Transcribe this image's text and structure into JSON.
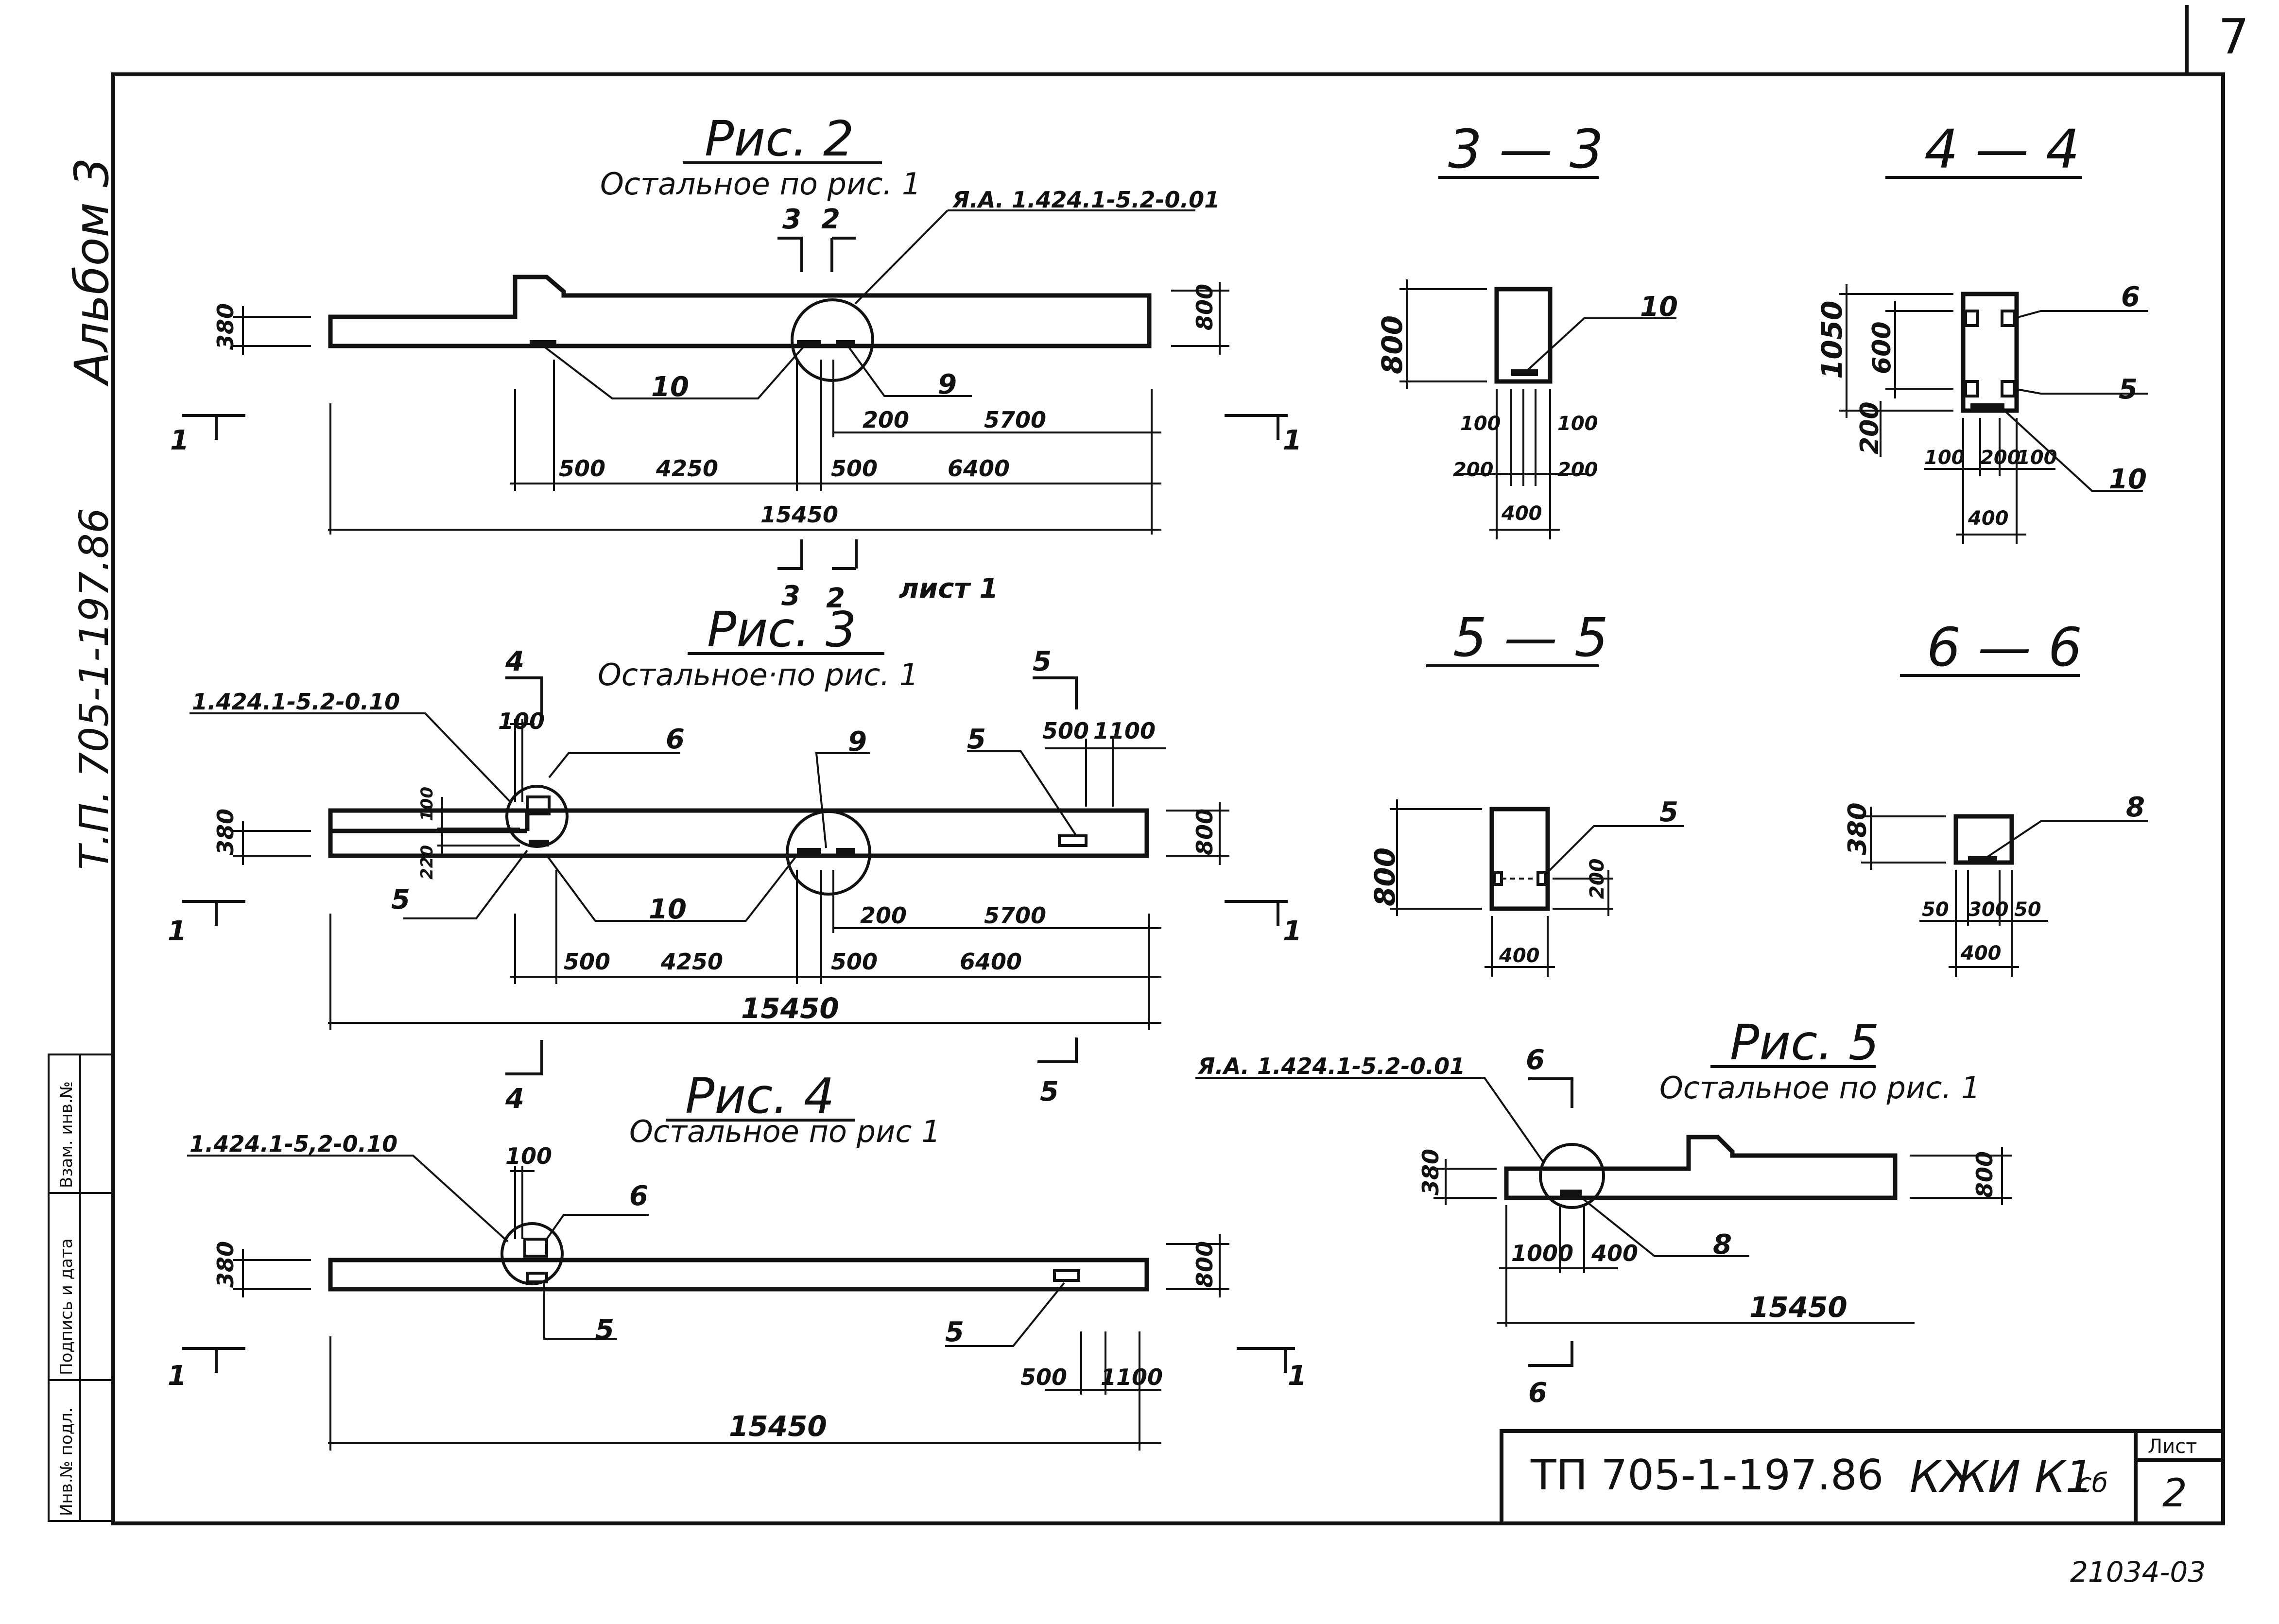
{
  "page_number": "7",
  "album_label": "Альбом 3",
  "project_side": "Т.П. 705-1-197.86",
  "figures": {
    "fig2": {
      "title": "Рис. 2",
      "subtitle": "Остальное по рис. 1",
      "ref_code": "Я.А. 1.424.1-5.2-0.01",
      "section_marks": [
        "3",
        "2"
      ],
      "section_note": "лист 1",
      "heights": [
        "380",
        "800"
      ],
      "callouts": [
        "10",
        "9"
      ],
      "dims": {
        "d200": "200",
        "d5700": "5700",
        "d500a": "500",
        "d4250": "4250",
        "d500b": "500",
        "d6400": "6400",
        "total": "15450"
      },
      "cut": "1"
    },
    "fig3": {
      "title": "Рис. 3",
      "subtitle": "Остальное·по рис. 1",
      "ref_code": "1.424.1-5.2-0.10",
      "section_marks": [
        "4",
        "5"
      ],
      "heights": [
        "380",
        "800",
        "100",
        "220"
      ],
      "callouts": [
        "6",
        "9",
        "5",
        "5",
        "10"
      ],
      "dims": {
        "d100": "100",
        "d500r": "500",
        "d1100r": "1100",
        "d200": "200",
        "d5700": "5700",
        "d500a": "500",
        "d4250": "4250",
        "d500b": "500",
        "d6400": "6400",
        "total": "15450"
      },
      "cut": "1"
    },
    "fig4": {
      "title": "Рис. 4",
      "subtitle": "Остальное по рис 1",
      "ref_code": "1.424.1-5,2-0.10",
      "heights": [
        "380",
        "800"
      ],
      "callouts": [
        "6",
        "5",
        "5"
      ],
      "dims": {
        "d100": "100",
        "d500": "500",
        "d1100": "1100",
        "total": "15450"
      },
      "cut": "1"
    },
    "fig5": {
      "title": "Рис. 5",
      "subtitle": "Остальное по рис. 1",
      "ref_code": "Я.А. 1.424.1-5.2-0.01",
      "section_mark": "6",
      "heights": [
        "380",
        "800"
      ],
      "callouts": [
        "8"
      ],
      "dims": {
        "d1000": "1000",
        "d400": "400",
        "total": "15450"
      }
    }
  },
  "sections": {
    "s33": {
      "title": "3 — 3",
      "height": "800",
      "callout": "10",
      "dims": [
        "100",
        "100",
        "200",
        "200",
        "400"
      ]
    },
    "s44": {
      "title": "4 — 4",
      "heights": [
        "1050",
        "600",
        "200"
      ],
      "callouts": [
        "6",
        "5",
        "10"
      ],
      "dims": [
        "100",
        "200",
        "100",
        "400"
      ]
    },
    "s55": {
      "title": "5 — 5",
      "height": "800",
      "callout": "5",
      "dims": [
        "200",
        "400"
      ]
    },
    "s66": {
      "title": "6 — 6",
      "height": "380",
      "callout": "8",
      "dims": [
        "50",
        "300",
        "50",
        "400"
      ]
    }
  },
  "side_stamp": [
    "Инв.№ подл.",
    "Подпись и дата",
    "Взам. инв.№"
  ],
  "title_block": {
    "code": "ТП 705-1-197.86",
    "mark": "КЖИ К1",
    "mark_suffix": "сб",
    "sheet_label": "Лист",
    "sheet_number": "2"
  },
  "footer_number": "21034-03"
}
